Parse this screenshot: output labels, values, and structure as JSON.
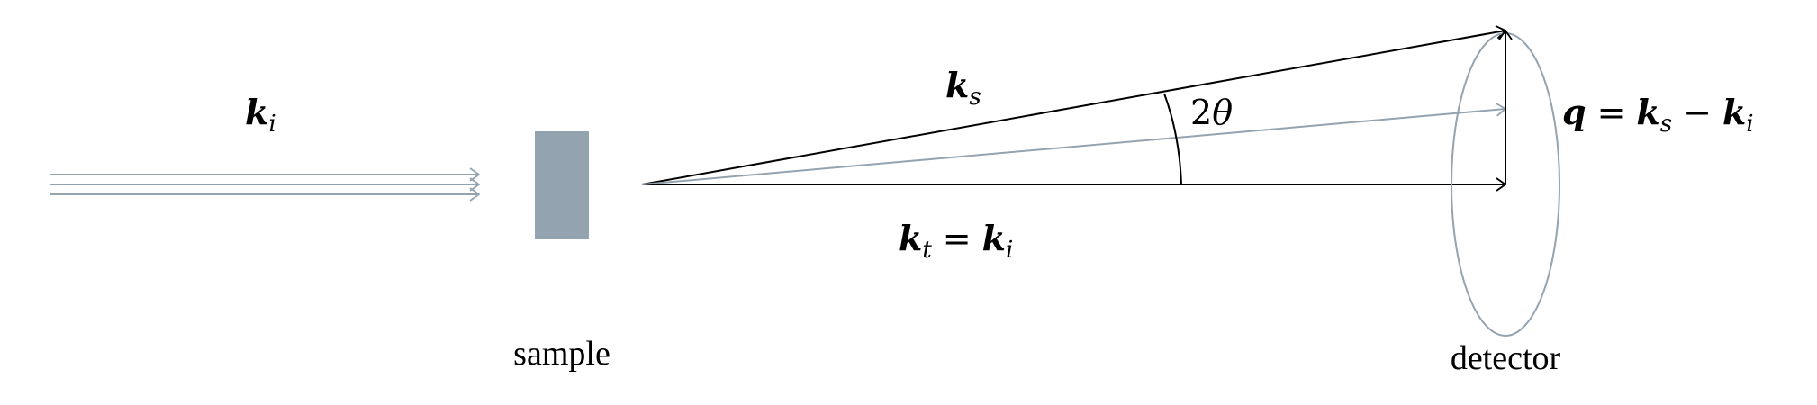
{
  "labels": {
    "incident_vector": {
      "base": "k",
      "sub": "i"
    },
    "scattered_vector": {
      "base": "k",
      "sub": "s"
    },
    "transmitted_vector": {
      "lhs_base": "k",
      "lhs_sub": "t",
      "eq": "=",
      "rhs_base": "k",
      "rhs_sub": "i"
    },
    "angle": {
      "num": "2",
      "sym": "θ"
    },
    "q_vector": {
      "q": "q",
      "eq": "=",
      "a_base": "k",
      "a_sub": "s",
      "minus": "−",
      "b_base": "k",
      "b_sub": "i"
    },
    "sample": "sample",
    "detector": "detector"
  },
  "colors": {
    "beam": "#93a3b0",
    "sample_fill": "#93a3b0",
    "detector_ellipse": "#93a3b0",
    "primary_line": "#000000"
  }
}
